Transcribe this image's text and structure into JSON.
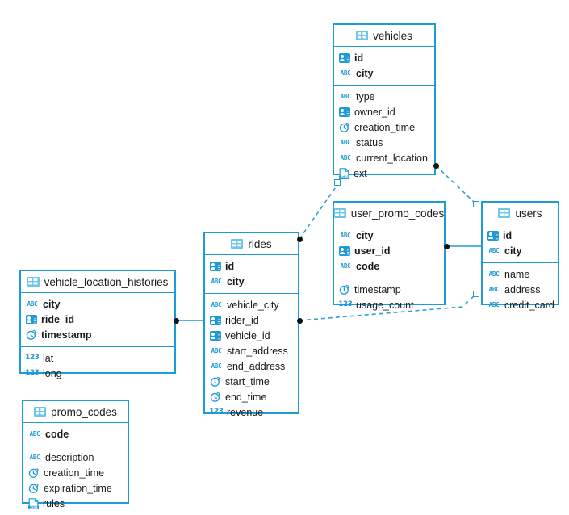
{
  "diagram": {
    "kind": "entity-relationship-diagram",
    "accent_color": "#1f9bd4",
    "icon_accent_color": "#6ec6ea",
    "endpoint_dot_color": "#111111",
    "background": "#ffffff",
    "icon_legend": {
      "table-icon": "table",
      "abc-icon": "string/text column",
      "person-icon": "identifier / reference column",
      "clock-icon": "timestamp column",
      "number-icon": "numeric column",
      "json-icon": "json column"
    }
  },
  "tables": [
    {
      "name": "vehicles",
      "header_icon": "table-icon",
      "keys": [
        {
          "icon": "person-icon",
          "field": "id"
        },
        {
          "icon": "abc-icon",
          "field": "city"
        }
      ],
      "columns": [
        {
          "icon": "abc-icon",
          "field": "type"
        },
        {
          "icon": "person-icon",
          "field": "owner_id"
        },
        {
          "icon": "clock-icon",
          "field": "creation_time"
        },
        {
          "icon": "abc-icon",
          "field": "status"
        },
        {
          "icon": "abc-icon",
          "field": "current_location"
        },
        {
          "icon": "json-icon",
          "field": "ext"
        }
      ]
    },
    {
      "name": "user_promo_codes",
      "header_icon": "table-icon",
      "keys": [
        {
          "icon": "abc-icon",
          "field": "city"
        },
        {
          "icon": "person-icon",
          "field": "user_id"
        },
        {
          "icon": "abc-icon",
          "field": "code"
        }
      ],
      "columns": [
        {
          "icon": "clock-icon",
          "field": "timestamp"
        },
        {
          "icon": "number-icon",
          "field": "usage_count"
        }
      ]
    },
    {
      "name": "users",
      "header_icon": "table-icon",
      "keys": [
        {
          "icon": "person-icon",
          "field": "id"
        },
        {
          "icon": "abc-icon",
          "field": "city"
        }
      ],
      "columns": [
        {
          "icon": "abc-icon",
          "field": "name"
        },
        {
          "icon": "abc-icon",
          "field": "address"
        },
        {
          "icon": "abc-icon",
          "field": "credit_card"
        }
      ]
    },
    {
      "name": "rides",
      "header_icon": "table-icon",
      "keys": [
        {
          "icon": "person-icon",
          "field": "id"
        },
        {
          "icon": "abc-icon",
          "field": "city"
        }
      ],
      "columns": [
        {
          "icon": "abc-icon",
          "field": "vehicle_city"
        },
        {
          "icon": "person-icon",
          "field": "rider_id"
        },
        {
          "icon": "person-icon",
          "field": "vehicle_id"
        },
        {
          "icon": "abc-icon",
          "field": "start_address"
        },
        {
          "icon": "abc-icon",
          "field": "end_address"
        },
        {
          "icon": "clock-icon",
          "field": "start_time"
        },
        {
          "icon": "clock-icon",
          "field": "end_time"
        },
        {
          "icon": "number-icon",
          "field": "revenue"
        }
      ]
    },
    {
      "name": "vehicle_location_histories",
      "header_icon": "table-icon",
      "keys": [
        {
          "icon": "abc-icon",
          "field": "city"
        },
        {
          "icon": "person-icon",
          "field": "ride_id"
        },
        {
          "icon": "clock-icon",
          "field": "timestamp"
        }
      ],
      "columns": [
        {
          "icon": "number-icon",
          "field": "lat"
        },
        {
          "icon": "number-icon",
          "field": "long"
        }
      ]
    },
    {
      "name": "promo_codes",
      "header_icon": "table-icon",
      "keys": [
        {
          "icon": "abc-icon",
          "field": "code"
        }
      ],
      "columns": [
        {
          "icon": "abc-icon",
          "field": "description"
        },
        {
          "icon": "clock-icon",
          "field": "creation_time"
        },
        {
          "icon": "clock-icon",
          "field": "expiration_time"
        },
        {
          "icon": "json-icon",
          "field": "rules"
        }
      ]
    }
  ],
  "relationships": [
    {
      "from": "rides",
      "to": "vehicles",
      "style": "dashed"
    },
    {
      "from": "vehicles",
      "to": "users",
      "style": "dashed"
    },
    {
      "from": "rides",
      "to": "users",
      "style": "dashed"
    },
    {
      "from": "user_promo_codes",
      "to": "users",
      "style": "solid"
    },
    {
      "from": "vehicle_location_histories",
      "to": "rides",
      "style": "solid"
    }
  ]
}
